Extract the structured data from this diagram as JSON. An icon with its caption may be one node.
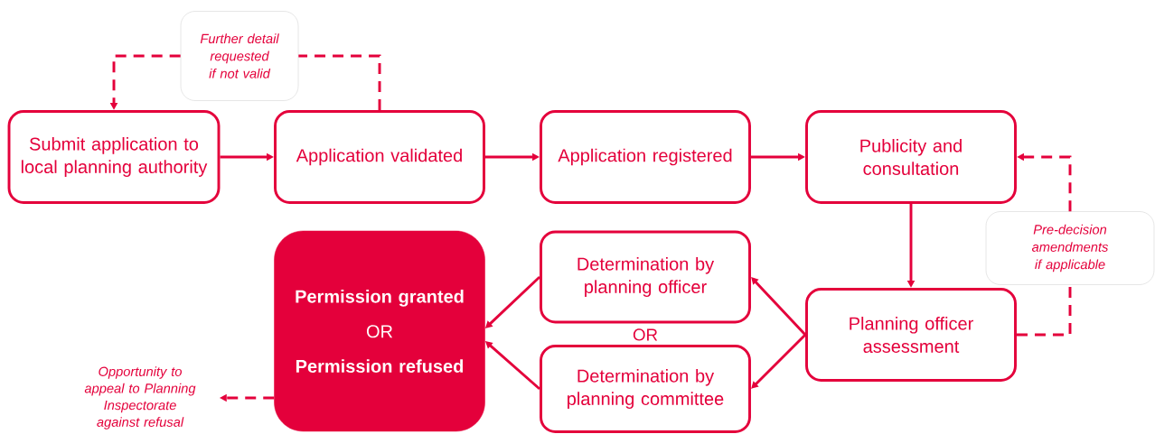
{
  "diagram": {
    "nodes": [
      {
        "text": [
          "Submit application to local planning authority"
        ]
      },
      {
        "text": [
          "Application validated"
        ]
      },
      {
        "text": [
          "Application registered"
        ]
      },
      {
        "text": [
          "Publicity and consultation"
        ]
      },
      {
        "text": [
          "Planning officer assessment"
        ]
      },
      {
        "text": [
          "Determination by planning officer"
        ]
      },
      {
        "text": [
          "Determination by planning committee"
        ]
      },
      {
        "text": [
          "Permission granted",
          "OR",
          "Permission refused"
        ]
      },
      {
        "text": [
          "Further detail requested if not valid"
        ]
      },
      {
        "text": [
          "Pre-decision amendments if applicable"
        ]
      },
      {
        "text": [
          "Opportunity to appeal to Planning Inspectorate against refusal"
        ]
      }
    ],
    "edges": [
      {
        "from": 0,
        "to": 1,
        "arrow": "to"
      },
      {
        "from": 1,
        "to": 2,
        "arrow": "to"
      },
      {
        "from": 2,
        "to": 3,
        "arrow": "to"
      },
      {
        "from": 3,
        "to": 4,
        "arrow": "to"
      },
      {
        "from": 4,
        "to": 5,
        "arrow": "to"
      },
      {
        "from": 4,
        "to": 6,
        "arrow": "to"
      },
      {
        "from": 5,
        "to": 7,
        "arrow": "to"
      },
      {
        "from": 6,
        "to": 7,
        "arrow": "to"
      },
      {
        "from": 1,
        "to": 8,
        "arrow": "none",
        "style": "dashed"
      },
      {
        "from": 8,
        "to": 0,
        "arrow": "to",
        "style": "dashed"
      },
      {
        "from": 4,
        "to": 9,
        "arrow": "none",
        "style": "dashed"
      },
      {
        "from": 9,
        "to": 3,
        "arrow": "to",
        "style": "dashed"
      },
      {
        "from": 7,
        "to": 10,
        "arrow": "to",
        "style": "dashed"
      }
    ],
    "labels": [
      "OR"
    ]
  }
}
